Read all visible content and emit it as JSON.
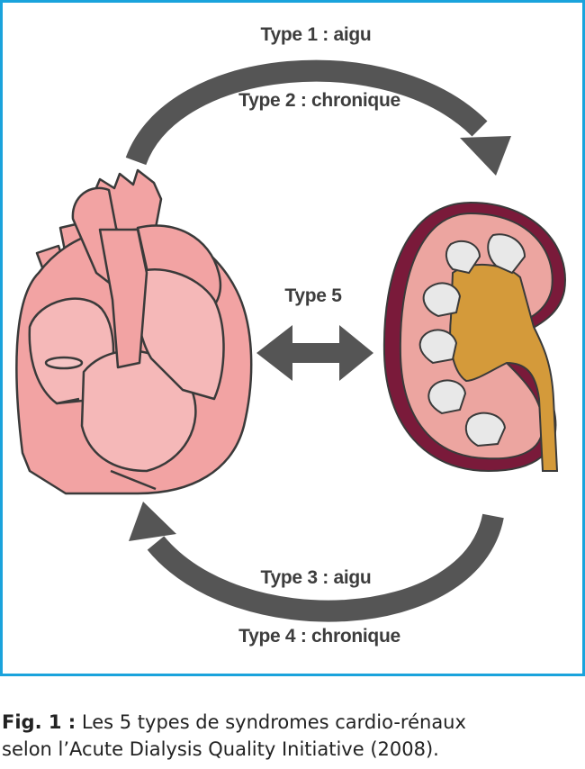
{
  "labels": {
    "type1": "Type 1 : aigu",
    "type2": "Type 2 : chronique",
    "type5": "Type 5",
    "type3": "Type 3 : aigu",
    "type4": "Type 4 : chronique"
  },
  "caption": {
    "figure_label": "Fig. 1 :",
    "line1": "Les 5 types de syndromes cardio-rénaux",
    "line2": "selon l’Acute Dialysis Quality Initiative (2008)."
  },
  "colors": {
    "border": "#1aa3dc",
    "heart_fill": "#f2a3a3",
    "kidney_fill": "#eca5a0",
    "kidney_outer": "#7a1a3a",
    "pelvis": "#d49a3a",
    "arrow": "#555555"
  },
  "icons": [
    "heart-illustration",
    "kidney-illustration",
    "curved-arrow-icon",
    "double-arrow-icon"
  ]
}
